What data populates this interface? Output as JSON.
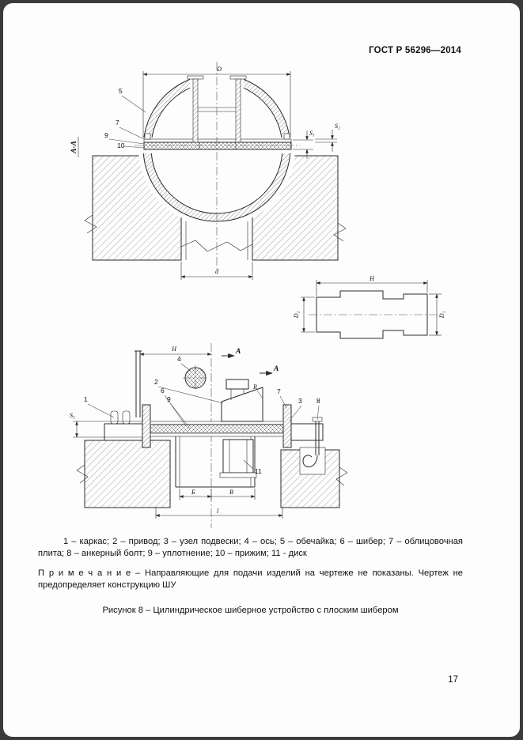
{
  "page": {
    "header": "ГОСТ Р 56296—2014",
    "page_number": "17"
  },
  "figure": {
    "legend": "1 – каркас; 2 – привод; 3 – узел подвески; 4 – ось; 5 – обечайка; 6 – шибер; 7 – облицовочная плита; 8 – анкерный болт;  9 – уплотнение; 10 – прижим; 11 - диск",
    "note": "П р и м е ч а н и е  –  Направляющие для подачи изделий на чертеже не показаны. Чертеж не предопределяет конструкцию ШУ",
    "caption": "Рисунок 8 – Цилиндрическое шиберное устройство с плоским шибером"
  },
  "drawing": {
    "section_view_label": "А-А",
    "section_mark": "А",
    "dims": {
      "D": "D",
      "d": "d",
      "S1": "S₁",
      "S2": "S₂",
      "H_detail": "Н",
      "D1": "D₁",
      "D2": "D₂",
      "H_elev": "Н",
      "S5": "S₅",
      "l": "l",
      "B": "Б",
      "V": "В",
      "R": "R"
    },
    "callouts": {
      "n1": "1",
      "n2": "2",
      "n3": "3",
      "n4": "4",
      "n5": "5",
      "n6": "6",
      "n7": "7",
      "n8": "8",
      "n9": "9",
      "n10": "10",
      "n11": "11"
    }
  }
}
